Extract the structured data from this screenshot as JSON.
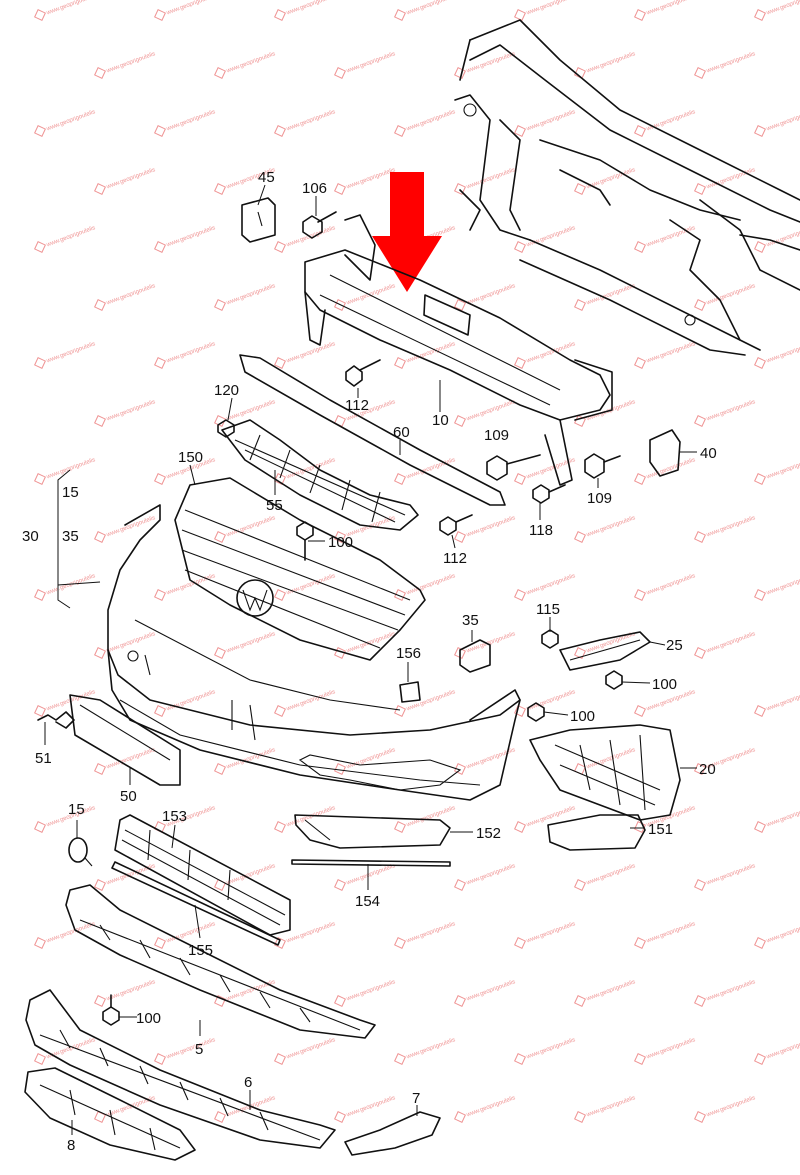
{
  "watermark": {
    "text": "www.geoprigoulelis",
    "color": "#e23a3a"
  },
  "highlight": {
    "icon": "red-down-arrow-icon",
    "color": "#ff0000"
  },
  "labels": [
    {
      "id": "45",
      "text": "45"
    },
    {
      "id": "106",
      "text": "106"
    },
    {
      "id": "120",
      "text": "120"
    },
    {
      "id": "112a",
      "text": "112"
    },
    {
      "id": "10",
      "text": "10"
    },
    {
      "id": "109a",
      "text": "109"
    },
    {
      "id": "40",
      "text": "40"
    },
    {
      "id": "60",
      "text": "60"
    },
    {
      "id": "150",
      "text": "150"
    },
    {
      "id": "55",
      "text": "55"
    },
    {
      "id": "109b",
      "text": "109"
    },
    {
      "id": "118",
      "text": "118"
    },
    {
      "id": "112b",
      "text": "112"
    },
    {
      "id": "15a",
      "text": "15"
    },
    {
      "id": "30",
      "text": "30"
    },
    {
      "id": "35a",
      "text": "35"
    },
    {
      "id": "100a",
      "text": "100"
    },
    {
      "id": "115",
      "text": "115"
    },
    {
      "id": "35b",
      "text": "35"
    },
    {
      "id": "25",
      "text": "25"
    },
    {
      "id": "156",
      "text": "156"
    },
    {
      "id": "100b",
      "text": "100"
    },
    {
      "id": "100c",
      "text": "100"
    },
    {
      "id": "51",
      "text": "51"
    },
    {
      "id": "50",
      "text": "50"
    },
    {
      "id": "20",
      "text": "20"
    },
    {
      "id": "15b",
      "text": "15"
    },
    {
      "id": "153",
      "text": "153"
    },
    {
      "id": "152",
      "text": "152"
    },
    {
      "id": "151",
      "text": "151"
    },
    {
      "id": "154",
      "text": "154"
    },
    {
      "id": "155",
      "text": "155"
    },
    {
      "id": "100d",
      "text": "100"
    },
    {
      "id": "5",
      "text": "5"
    },
    {
      "id": "6",
      "text": "6"
    },
    {
      "id": "7",
      "text": "7"
    },
    {
      "id": "8",
      "text": "8"
    }
  ]
}
